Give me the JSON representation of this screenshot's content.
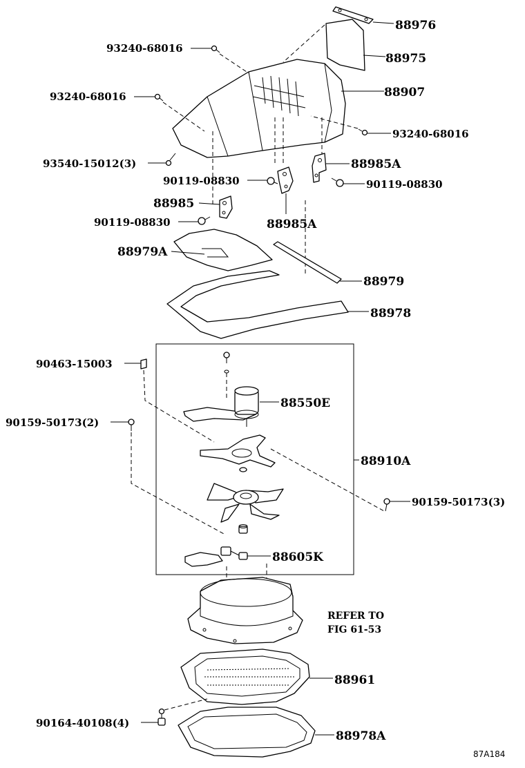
{
  "labels": {
    "p88976": "88976",
    "p88975": "88975",
    "p88907": "88907",
    "p93240_a": "93240-68016",
    "p93240_b": "93240-68016",
    "p93240_c": "93240-68016",
    "p93540": "93540-15012(3)",
    "p90119_a": "90119-08830",
    "p90119_b": "90119-08830",
    "p90119_c": "90119-08830",
    "p88985": "88985",
    "p88985A_a": "88985A",
    "p88985A_b": "88985A",
    "p88979A": "88979A",
    "p88979": "88979",
    "p88978": "88978",
    "p90463": "90463-15003",
    "p90159_a": "90159-50173(2)",
    "p90159_b": "90159-50173(3)",
    "p88550E": "88550E",
    "p88910A": "88910A",
    "p88605K": "88605K",
    "refer_line1": "REFER TO",
    "refer_line2": "FIG 61-53",
    "p88961": "88961",
    "p90164": "90164-40108(4)",
    "p88978A": "88978A",
    "figure_code": "87A184"
  }
}
